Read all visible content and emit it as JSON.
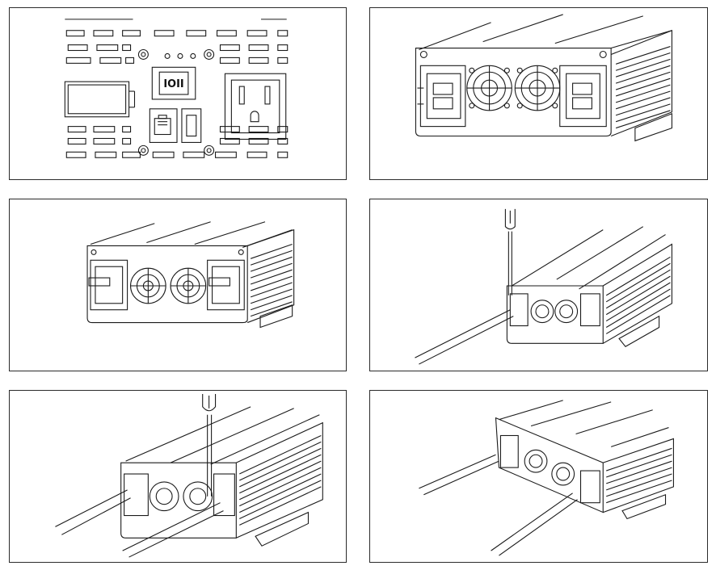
{
  "figure": {
    "panels": [
      {
        "id": "panel-1",
        "view": "front-panel-closeup",
        "power_switch_label": "IOII"
      },
      {
        "id": "panel-2",
        "view": "rear-panel-angle"
      },
      {
        "id": "panel-3",
        "view": "rear-panel-far"
      },
      {
        "id": "panel-4",
        "view": "connect-first-cable-screwdriver"
      },
      {
        "id": "panel-5",
        "view": "connect-second-cable-screwdriver"
      },
      {
        "id": "panel-6",
        "view": "both-cables-connected"
      }
    ]
  },
  "colors": {
    "line": "#1a1a1a",
    "background": "#ffffff",
    "border": "#2a2a2a"
  }
}
